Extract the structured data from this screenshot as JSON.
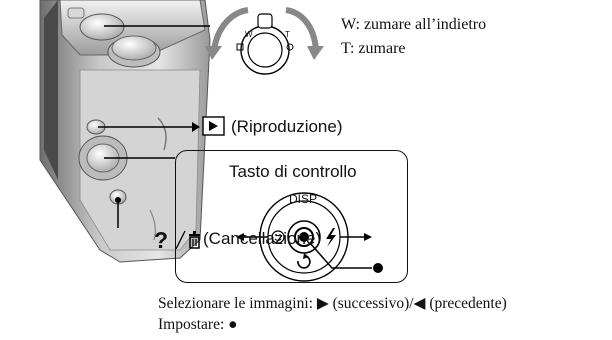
{
  "zoom": {
    "w_line": "W: zumare all’indietro",
    "t_line": "T: zumare",
    "lever_w": "W",
    "lever_t": "T"
  },
  "playback": {
    "label": "(Riproduzione)"
  },
  "control": {
    "title": "Tasto di controllo",
    "disp": "DISP"
  },
  "delete": {
    "question": "?",
    "label": "(Cancellazione)"
  },
  "instructions": {
    "line1": "Selezionare le immagini: ▶ (successivo)/◀ (precedente)",
    "line2": "Impostare: ●"
  }
}
